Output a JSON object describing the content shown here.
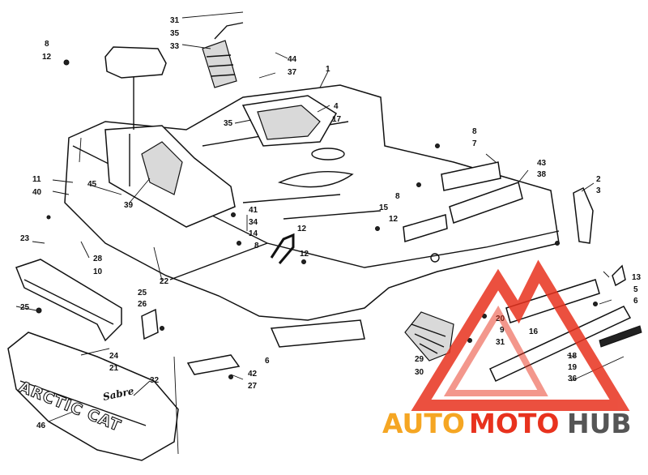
{
  "callouts": [
    "31",
    "35",
    "33",
    "44",
    "37",
    "1",
    "8",
    "12",
    "4",
    "35",
    "17",
    "8",
    "7",
    "43",
    "38",
    "2",
    "3",
    "11",
    "45",
    "40",
    "8",
    "39",
    "41",
    "34",
    "14",
    "8",
    "12",
    "15",
    "12",
    "23",
    "28",
    "10",
    "22",
    "25",
    "26",
    "12",
    "13",
    "5",
    "6",
    "25",
    "24",
    "21",
    "6",
    "29",
    "30",
    "20",
    "9",
    "31",
    "16",
    "18",
    "19",
    "36",
    "42",
    "27",
    "32",
    "46"
  ],
  "decal_brand": "ARCTIC CAT",
  "decal_model": "Sabre",
  "watermark": {
    "part1": "AUTO",
    "part2": "MOTO",
    "part3": "HUB",
    "color_primary": "#e8321e",
    "color_secondary": "#f5a623",
    "color_tertiary": "#555555"
  }
}
